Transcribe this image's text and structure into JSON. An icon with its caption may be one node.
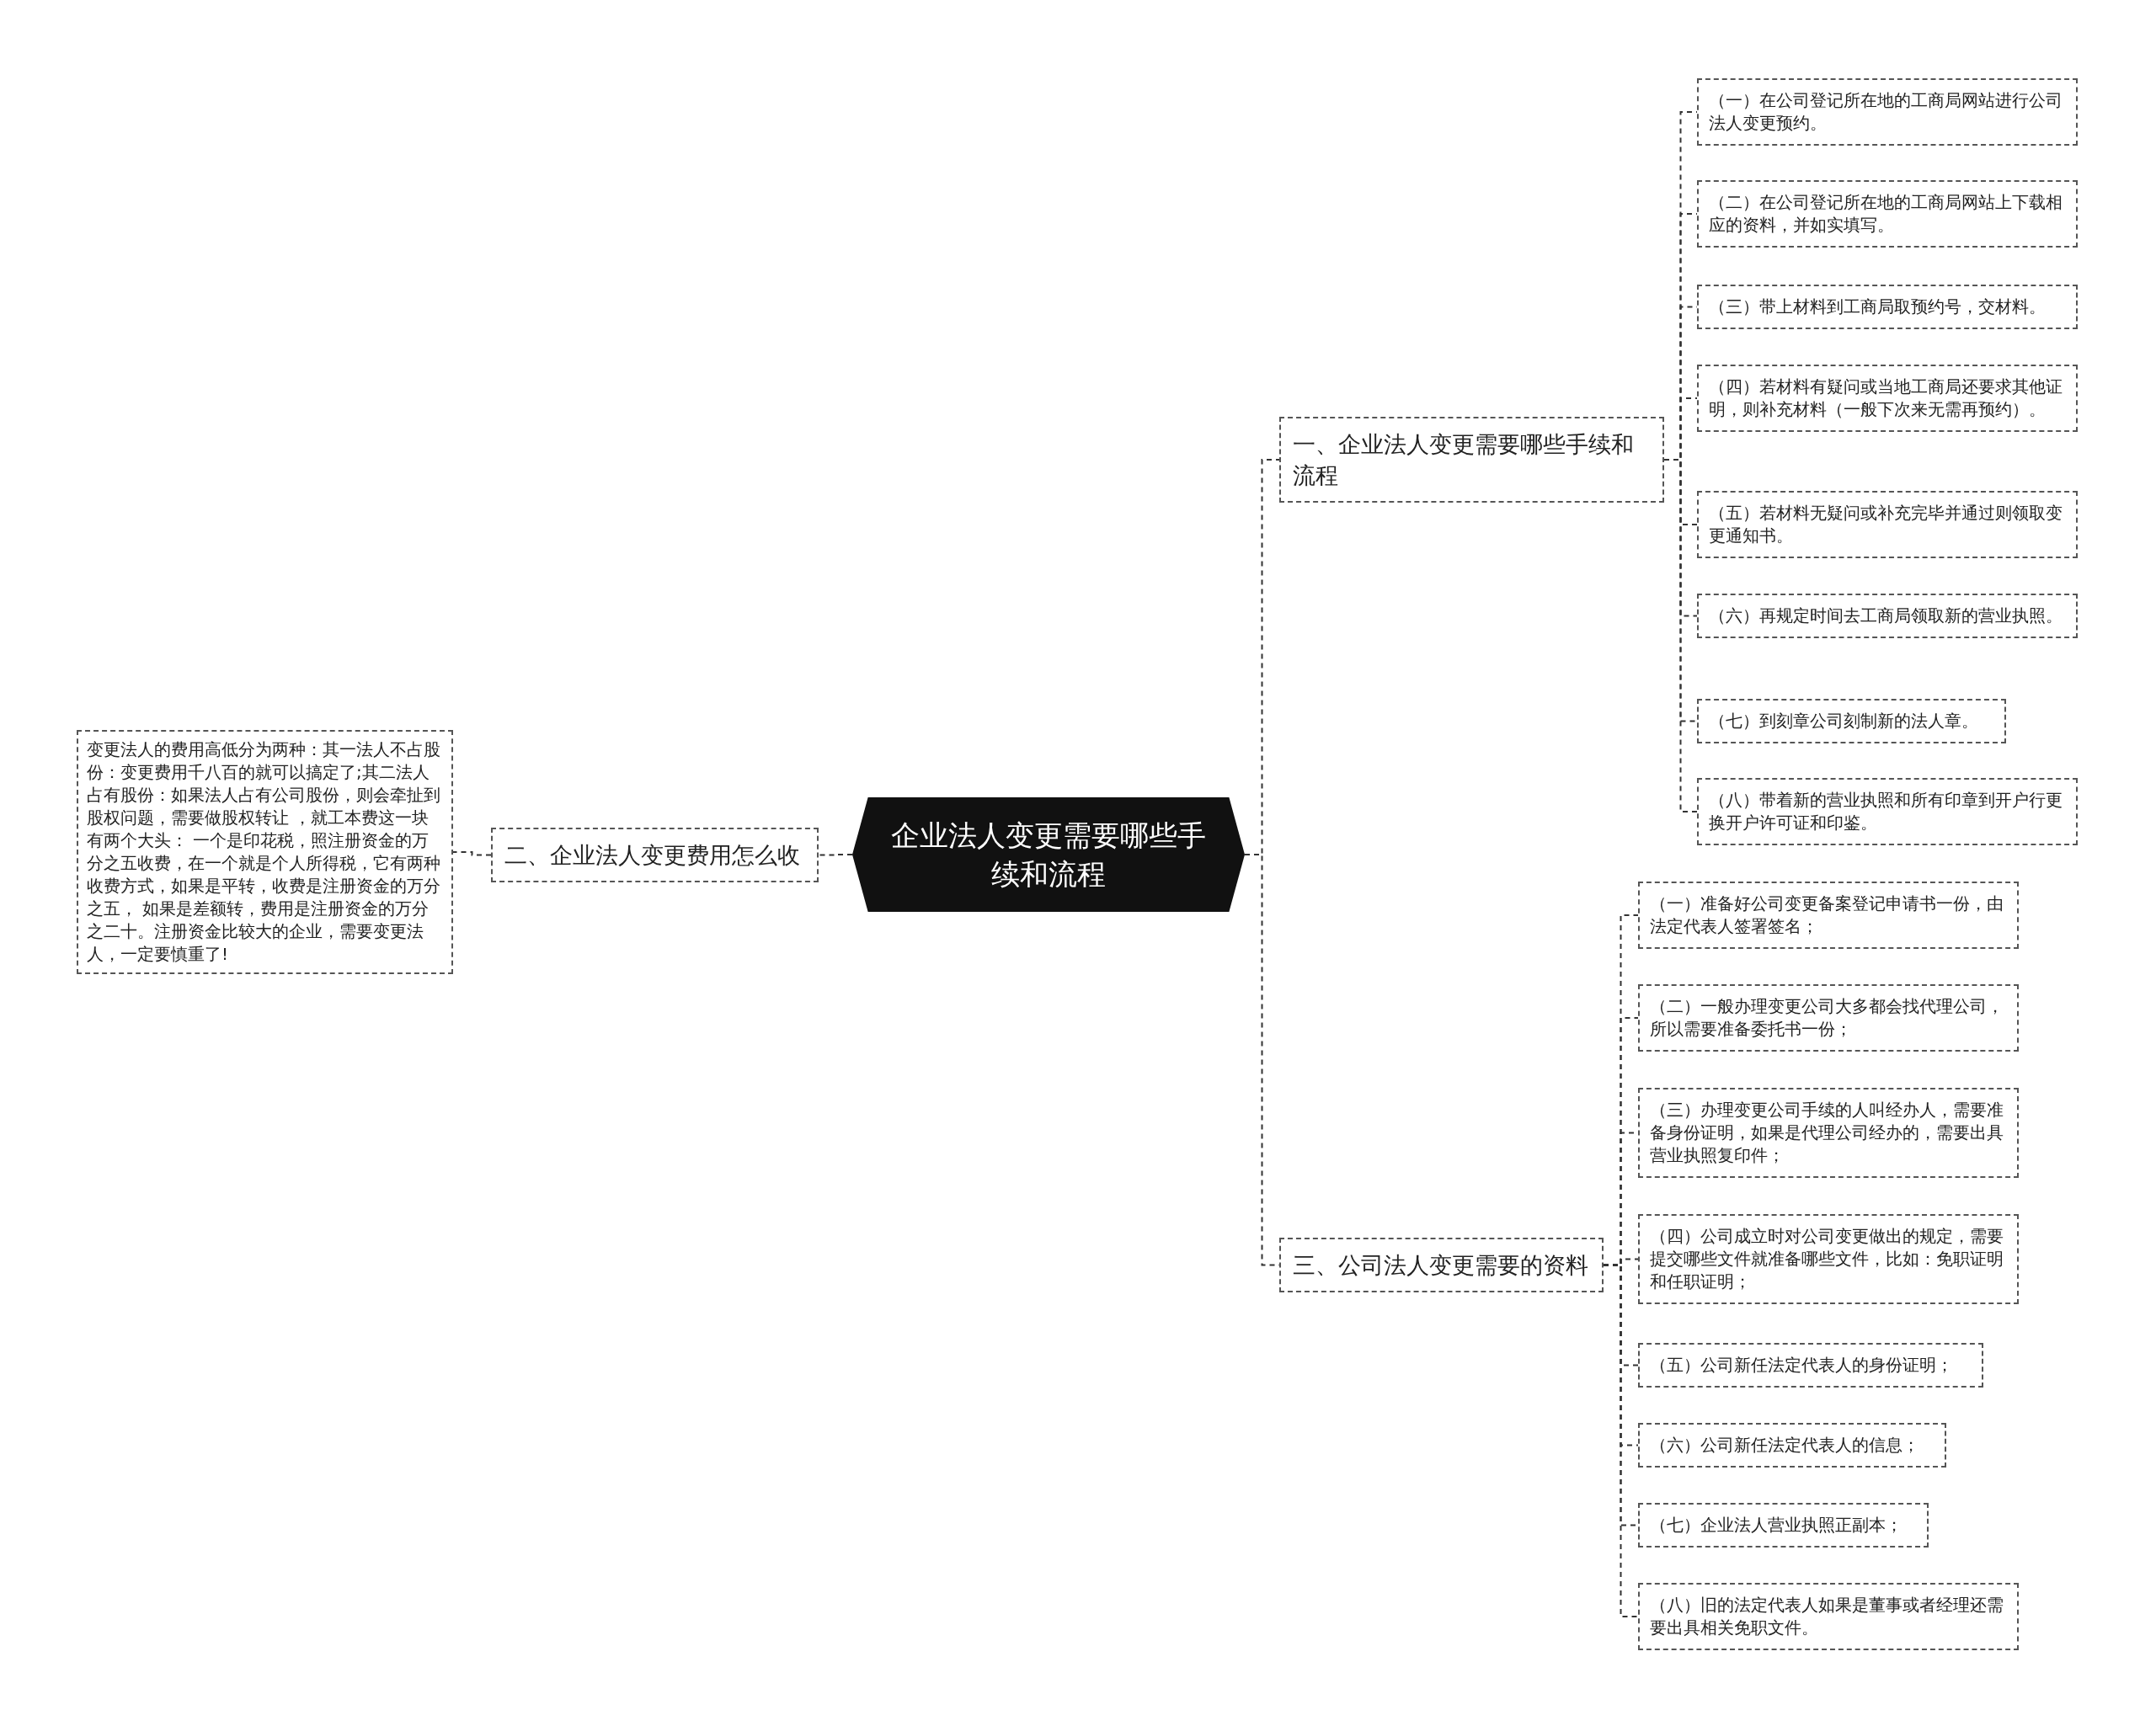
{
  "diagram": {
    "nodes": [
      {
        "text": [
          "企业法人变更需要哪些手续和流程"
        ]
      },
      {
        "text": [
          "一、企业法人变更需要哪些手续和流程"
        ]
      },
      {
        "text": [
          "（一）在公司登记所在地的工商局网站进行公司法人变更预约。"
        ]
      },
      {
        "text": [
          "（二）在公司登记所在地的工商局网站上下载相应的资料，并如实填写。"
        ]
      },
      {
        "text": [
          "（三）带上材料到工商局取预约号，交材料。"
        ]
      },
      {
        "text": [
          "（四）若材料有疑问或当地工商局还要求其他证明，则补充材料（一般下次来无需再预约）。"
        ]
      },
      {
        "text": [
          "（五）若材料无疑问或补充完毕并通过则领取变更通知书。"
        ]
      },
      {
        "text": [
          "（六）再规定时间去工商局领取新的营业执照。"
        ]
      },
      {
        "text": [
          "（七）到刻章公司刻制新的法人章。"
        ]
      },
      {
        "text": [
          "（八）带着新的营业执照和所有印章到开户行更换开户许可证和印鉴。"
        ]
      },
      {
        "text": [
          "二、企业法人变更费用怎么收"
        ]
      },
      {
        "text": [
          "变更法人的费用高低分为两种：其一法人不占股份：变更费用千八百的就可以搞定了;其二法人占有股份：如果法人占有公司股份，则会牵扯到股权问题，需要做股权转让 ，就工本费这一块有两个大头： 一个是印花税，照注册资金的万分之五收费，在一个就是个人所得税，它有两种收费方式，如果是平转，收费是注册资金的万分之五， 如果是差额转，费用是注册资金的万分之二十。注册资金比较大的企业，需要变更法人，一定要慎重了!"
        ]
      },
      {
        "text": [
          "三、公司法人变更需要的资料"
        ]
      },
      {
        "text": [
          "（一）准备好公司变更备案登记申请书一份，由法定代表人签署签名；"
        ]
      },
      {
        "text": [
          "（二）一般办理变更公司大多都会找代理公司，所以需要准备委托书一份；"
        ]
      },
      {
        "text": [
          "（三）办理变更公司手续的人叫经办人，需要准备身份证明，如果是代理公司经办的，需要出具营业执照复印件；"
        ]
      },
      {
        "text": [
          "（四）公司成立时对公司变更做出的规定，需要提交哪些文件就准备哪些文件，比如：免职证明和任职证明；"
        ]
      },
      {
        "text": [
          "（五）公司新任法定代表人的身份证明；"
        ]
      },
      {
        "text": [
          "（六）公司新任法定代表人的信息；"
        ]
      },
      {
        "text": [
          "（七）企业法人营业执照正副本；"
        ]
      },
      {
        "text": [
          "（八）旧的法定代表人如果是董事或者经理还需要出具相关免职文件。"
        ]
      }
    ],
    "edges": [
      {
        "from": 0,
        "to": 1,
        "arrow": "none",
        "style": "dashed"
      },
      {
        "from": 0,
        "to": 12,
        "arrow": "none",
        "style": "dashed"
      },
      {
        "from": 0,
        "to": 10,
        "arrow": "none",
        "style": "dashed"
      },
      {
        "from": 1,
        "to": 2,
        "arrow": "none",
        "style": "dashed"
      },
      {
        "from": 1,
        "to": 3,
        "arrow": "none",
        "style": "dashed"
      },
      {
        "from": 1,
        "to": 4,
        "arrow": "none",
        "style": "dashed"
      },
      {
        "from": 1,
        "to": 5,
        "arrow": "none",
        "style": "dashed"
      },
      {
        "from": 1,
        "to": 6,
        "arrow": "none",
        "style": "dashed"
      },
      {
        "from": 1,
        "to": 7,
        "arrow": "none",
        "style": "dashed"
      },
      {
        "from": 1,
        "to": 8,
        "arrow": "none",
        "style": "dashed"
      },
      {
        "from": 1,
        "to": 9,
        "arrow": "none",
        "style": "dashed"
      },
      {
        "from": 10,
        "to": 11,
        "arrow": "none",
        "style": "dashed"
      },
      {
        "from": 12,
        "to": 13,
        "arrow": "none",
        "style": "dashed"
      },
      {
        "from": 12,
        "to": 14,
        "arrow": "none",
        "style": "dashed"
      },
      {
        "from": 12,
        "to": 15,
        "arrow": "none",
        "style": "dashed"
      },
      {
        "from": 12,
        "to": 16,
        "arrow": "none",
        "style": "dashed"
      },
      {
        "from": 12,
        "to": 17,
        "arrow": "none",
        "style": "dashed"
      },
      {
        "from": 12,
        "to": 18,
        "arrow": "none",
        "style": "dashed"
      },
      {
        "from": 12,
        "to": 19,
        "arrow": "none",
        "style": "dashed"
      },
      {
        "from": 12,
        "to": 20,
        "arrow": "none",
        "style": "dashed"
      }
    ]
  }
}
